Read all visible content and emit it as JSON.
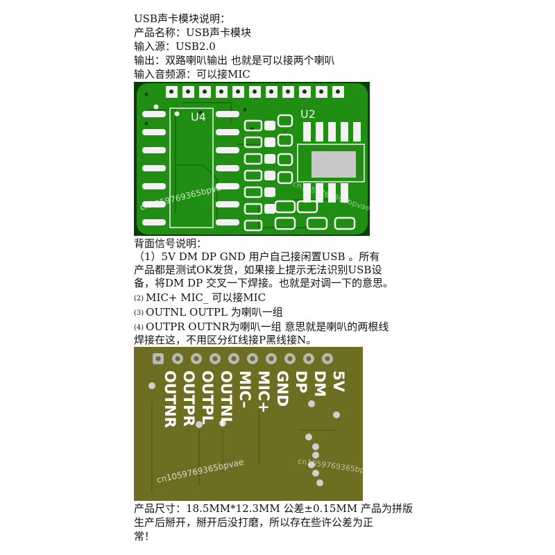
{
  "intro": {
    "heading": "USB声卡模块说明：",
    "product_name": "产品名称：USB声卡模块",
    "input_source": "输入源：USB2.0",
    "output": "输出：双路喇叭输出  也就是可以接两个喇叭",
    "audio_input": "输入音频源：可以接MIC"
  },
  "front_board": {
    "label_u4": "U4",
    "label_u2": "U2",
    "watermark": "cn1059769365bpvae"
  },
  "back_section": {
    "heading": "背面信号说明：",
    "item1_line1": "（1）5V   DM  DP  GND   用户自己接闲置USB 。所有",
    "item1_line2": "产品都是测试OK发货，如果接上提示无法识别USB设",
    "item1_line3": "备，将DM DP 交叉一下焊接。也就是对调一下的意思。",
    "item2_num": "(2)",
    "item2_text": "MIC+ MIC_ 可以接MIC",
    "item3_num": "(3)",
    "item3_text": "OUTNL OUTPL  为喇叭一组",
    "item4_num": "(4)",
    "item4_line1": "OUTPR OUTNR为喇叭一组  意思就是喇叭的两根线",
    "item4_line2": "焊接在这，不用区分红线接P黑线接N。"
  },
  "back_board": {
    "pin_labels": [
      "OUTNR",
      "OUTPR",
      "OUTPL",
      "OUTNL",
      "MIC–",
      "MIC+",
      "GND",
      "DP",
      "DM",
      "5V"
    ],
    "watermark": "cn1059769365bpvae"
  },
  "footer": {
    "line1": "产品尺寸：18.5MM*12.3MM  公差±0.15MM 产品为拼版",
    "line2": "生产后掰开，掰开后没打磨，所以存在些许公差为正",
    "line3": "常！"
  },
  "colors": {
    "pcb_green": "#1f8e12",
    "pcb_dark": "#0b3d08",
    "pad_white": "#f2f2f2",
    "pad_back": "#b8b8b8",
    "back_board": "#6e6e22"
  }
}
